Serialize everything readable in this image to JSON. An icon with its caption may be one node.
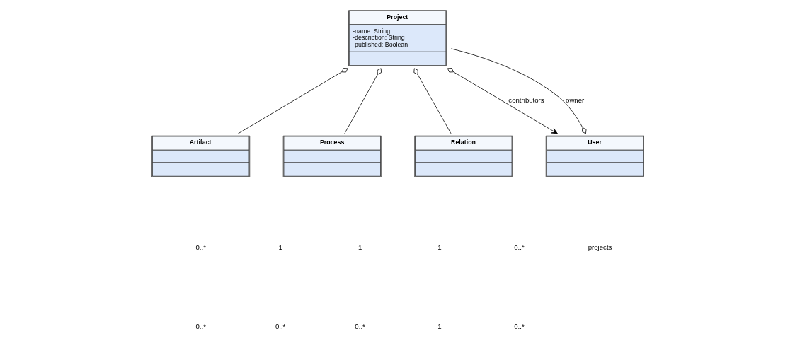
{
  "diagram": {
    "nodes": [
      {
        "text": [
          "Project",
          "-name: String",
          "-description: String",
          "-published: Boolean"
        ]
      },
      {
        "text": [
          "Artifact"
        ]
      },
      {
        "text": [
          "Process"
        ]
      },
      {
        "text": [
          "Relation"
        ]
      },
      {
        "text": [
          "User"
        ]
      }
    ],
    "edges": [
      {
        "from": 0,
        "to": 1,
        "arrow": "other"
      },
      {
        "from": 0,
        "to": 2,
        "arrow": "other"
      },
      {
        "from": 0,
        "to": 3,
        "arrow": "other"
      },
      {
        "from": 4,
        "to": 0,
        "arrow": "other",
        "label": "owner"
      },
      {
        "from": 0,
        "to": 4,
        "arrow": "to",
        "label": "contributors"
      }
    ],
    "labels": [
      "0..*",
      "1",
      "1",
      "1",
      "0..*",
      "projects",
      "0..*",
      "0..*",
      "0..*",
      "1",
      "0..*"
    ]
  }
}
